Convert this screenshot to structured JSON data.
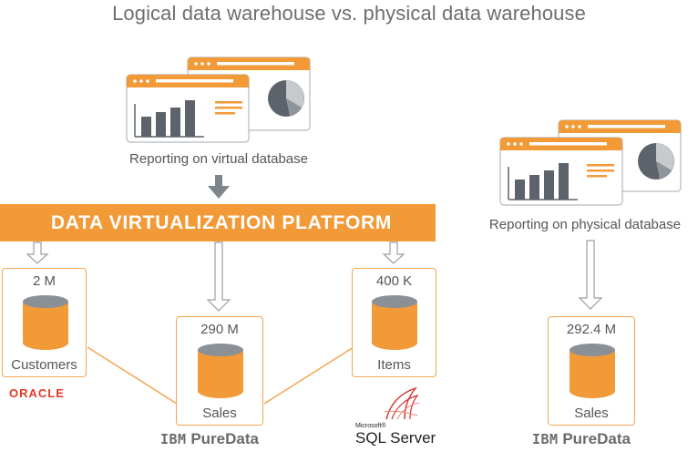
{
  "title": "Logical data warehouse vs. physical data warehouse",
  "left_caption": "Reporting on virtual database",
  "right_caption": "Reporting on physical database",
  "platform_label": "DATA VIRTUALIZATION PLATFORM",
  "sources": [
    {
      "value": "2 M",
      "label": "Customers",
      "brand": "ORACLE"
    },
    {
      "value": "290 M",
      "label": "Sales",
      "brand_ibm": "IBM",
      "brand_pd": "PureData"
    },
    {
      "value": "400 K",
      "label": "Items",
      "brand_ms": "Microsoft®",
      "brand_sql": "SQL Server"
    }
  ],
  "physical": {
    "value": "292.4 M",
    "label": "Sales",
    "brand_ibm": "IBM",
    "brand_pd": "PureData"
  },
  "colors": {
    "orange": "#f29a38",
    "orange_border": "#f4a552",
    "dark_gray": "#5c636b",
    "arrow_gray": "#8a9095"
  },
  "icons": [
    "report-window-icon",
    "bar-chart-icon",
    "pie-chart-icon",
    "database-cylinder-icon",
    "down-arrow-icon",
    "hollow-down-arrow-icon"
  ]
}
